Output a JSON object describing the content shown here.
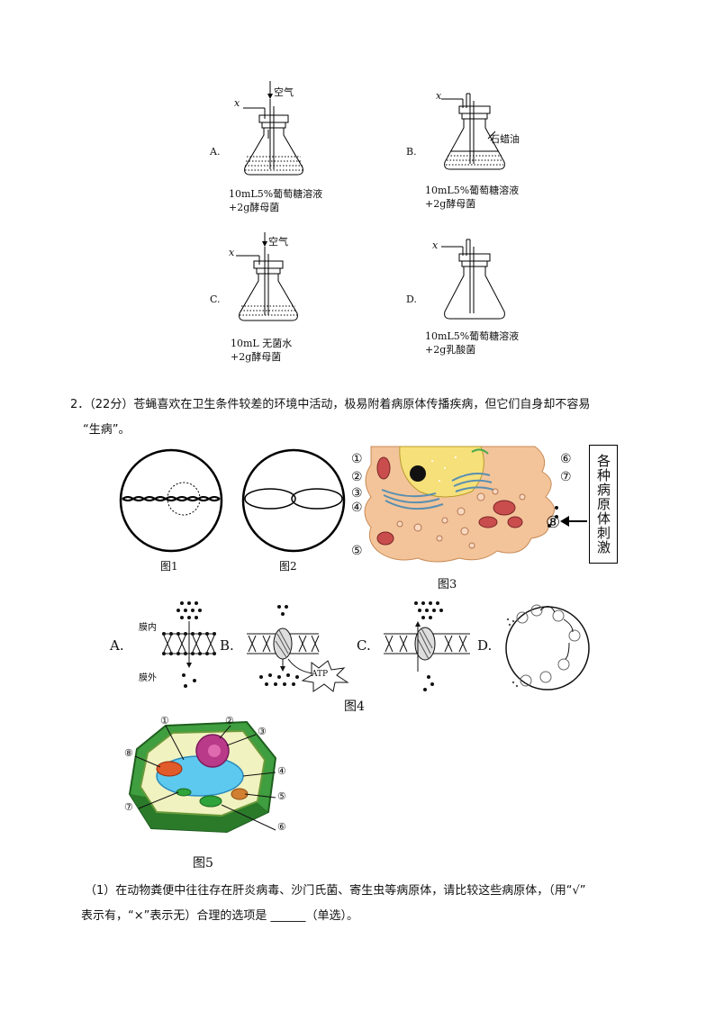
{
  "flasks": [
    {
      "option": "A.",
      "line1": "10mL5%葡萄糖溶液",
      "line2": "+2g酵母菌",
      "arrow": "空气",
      "x_label": "x",
      "oil": ""
    },
    {
      "option": "B.",
      "line1": "10mL5%葡萄糖溶液",
      "line2": "+2g酵母菌",
      "arrow": "",
      "x_label": "x",
      "oil": "石蜡油"
    },
    {
      "option": "C.",
      "line1": "10mL 无菌水",
      "line2": "+2g酵母菌",
      "arrow": "空气",
      "x_label": "x",
      "oil": ""
    },
    {
      "option": "D.",
      "line1": "10mL5%葡萄糖溶液",
      "line2": "+2g乳酸菌",
      "arrow": "",
      "x_label": "x",
      "oil": ""
    }
  ],
  "question": {
    "line1": "2．（22分）苍蝇喜欢在卫生条件较差的环境中活动，极易附着病原体传播疾病，但它们自身却不容易",
    "line2": "“生病”。"
  },
  "figures": {
    "fig1": "图1",
    "fig2": "图2",
    "fig3": "图3",
    "fig3_side": "各种病原体刺激",
    "fig3_nums": [
      "①",
      "②",
      "③",
      "④",
      "⑤",
      "⑥",
      "⑦",
      "⑧"
    ],
    "fig4": "图4",
    "fig4_opts": [
      "A.",
      "B.",
      "C.",
      "D."
    ],
    "fig4_in": "膜内",
    "fig4_out": "膜外",
    "fig4_atp": "ATP",
    "fig5": "图5",
    "fig5_nums": [
      "①",
      "②",
      "③",
      "④",
      "⑤",
      "⑥",
      "⑦",
      "⑧"
    ]
  },
  "subq": {
    "line1": "（1）在动物粪便中往往存在肝炎病毒、沙门氏菌、寄生虫等病原体，请比较这些病原体，（用“√”",
    "line2": "表示有，“×”表示无）合理的选项是 ______（单选）。"
  }
}
